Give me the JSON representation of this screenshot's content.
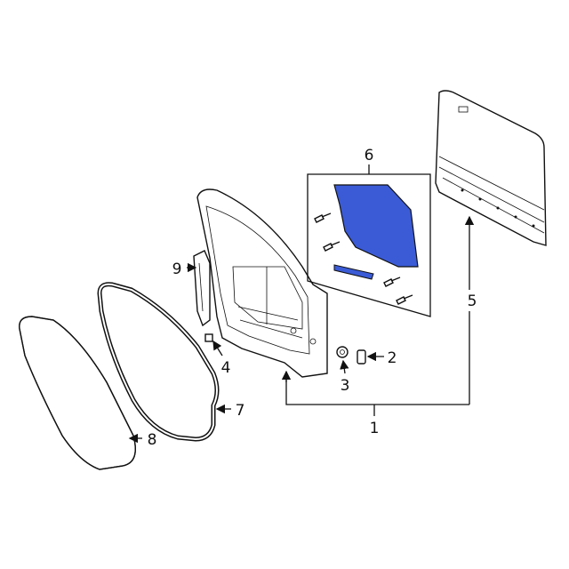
{
  "diagram": {
    "highlight_color": "#3b5bd6",
    "callouts": [
      {
        "id": "1",
        "label": "1"
      },
      {
        "id": "2",
        "label": "2"
      },
      {
        "id": "3",
        "label": "3"
      },
      {
        "id": "4",
        "label": "4"
      },
      {
        "id": "5",
        "label": "5"
      },
      {
        "id": "6",
        "label": "6"
      },
      {
        "id": "7",
        "label": "7"
      },
      {
        "id": "8",
        "label": "8"
      },
      {
        "id": "9",
        "label": "9"
      }
    ]
  }
}
